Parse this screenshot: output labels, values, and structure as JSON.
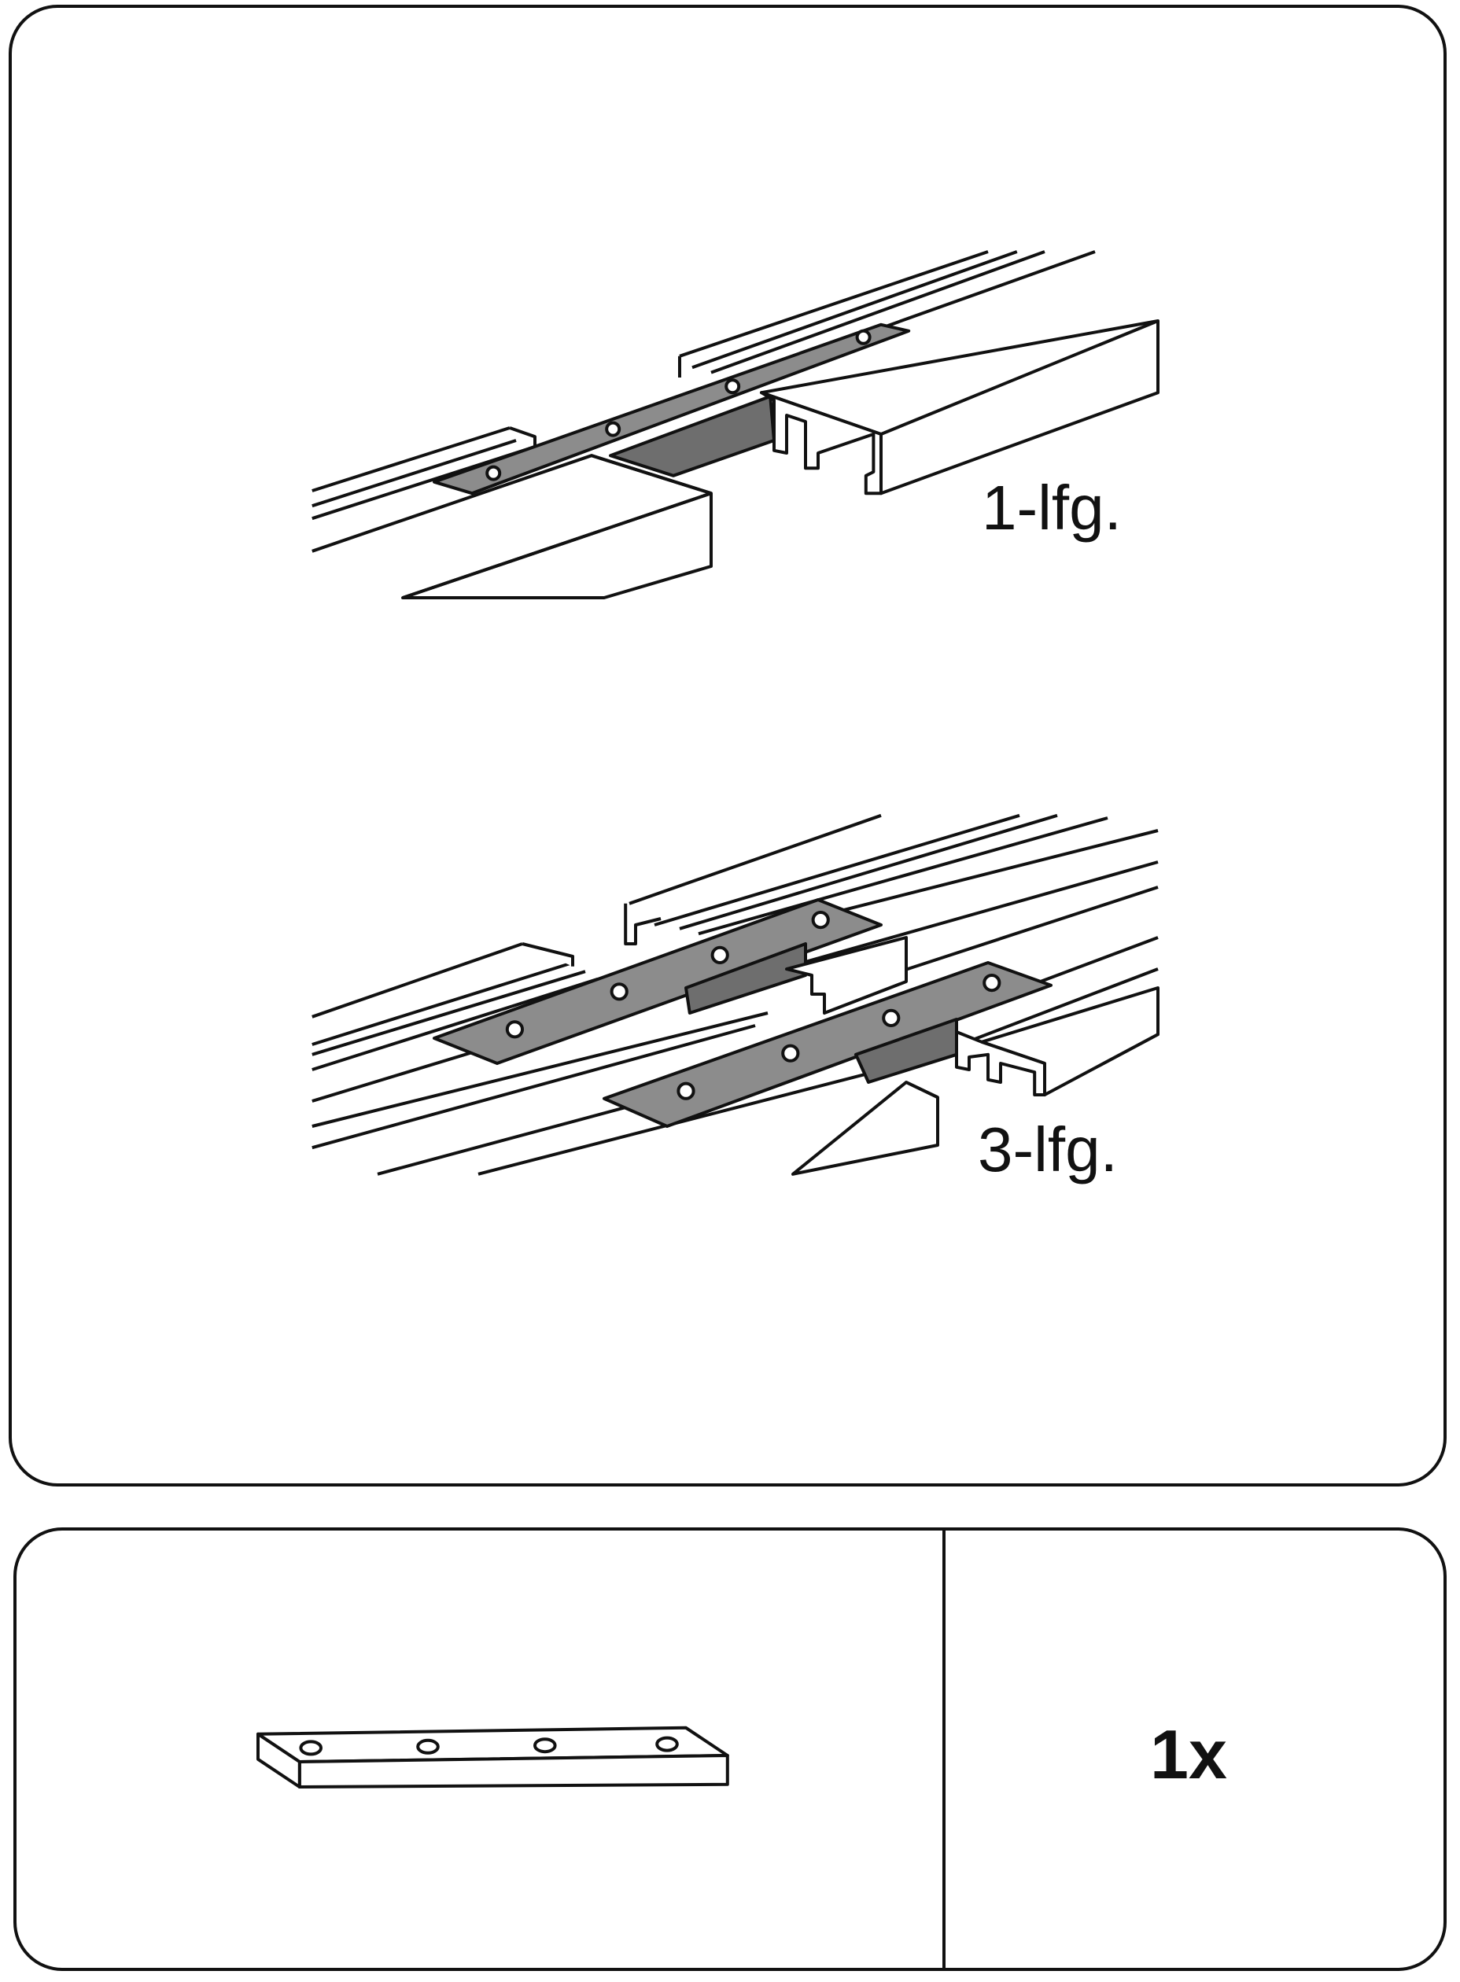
{
  "figure_top": {
    "single_track_label": "1-lfg.",
    "triple_track_label": "3-lfg."
  },
  "parts": {
    "quantity": "1x",
    "part_name_icon": "connector-plate-icon"
  },
  "colors": {
    "line": "#111111",
    "plate": "#8c8c8c",
    "plate_dark": "#6e6e6e"
  }
}
